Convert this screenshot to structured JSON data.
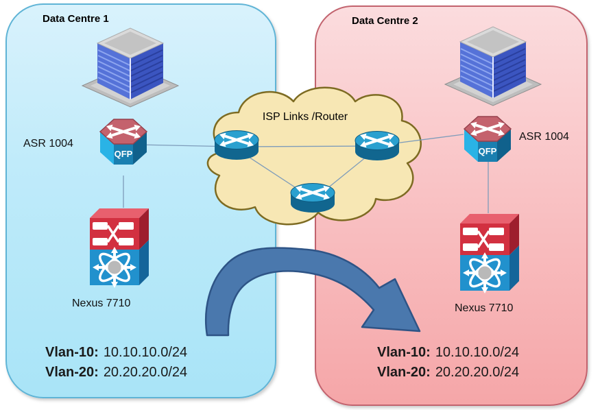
{
  "colors": {
    "dc1_fill_top": "#d9f2fc",
    "dc1_fill_bottom": "#a9e4f7",
    "dc1_border": "#5fb4d6",
    "dc2_fill_top": "#fbdcde",
    "dc2_fill_bottom": "#f5a6a8",
    "dc2_border": "#c2636e",
    "cloud_fill": "#f7e7b4",
    "cloud_border": "#7d6b22",
    "arrow_fill": "#4a78ad",
    "arrow_border": "#2e5486",
    "router_blue": "#2aa0cf",
    "asr_rose": "#c4626d",
    "nexus_red": "#d23040",
    "nexus_blue": "#2191cd"
  },
  "dc1": {
    "title": "Data Centre 1",
    "router_label": "ASR 1004",
    "router_chip": "QFP",
    "switch_label": "Nexus 7710",
    "vlans": [
      {
        "label": "Vlan-10:",
        "value": "10.10.10.0/24"
      },
      {
        "label": "Vlan-20:",
        "value": "20.20.20.0/24"
      }
    ]
  },
  "dc2": {
    "title": "Data Centre 2",
    "router_label": "ASR 1004",
    "router_chip": "QFP",
    "switch_label": "Nexus 7710",
    "vlans": [
      {
        "label": "Vlan-10:",
        "value": "10.10.10.0/24"
      },
      {
        "label": "Vlan-20:",
        "value": "20.20.20.0/24"
      }
    ]
  },
  "cloud": {
    "label": "ISP Links /Router"
  }
}
